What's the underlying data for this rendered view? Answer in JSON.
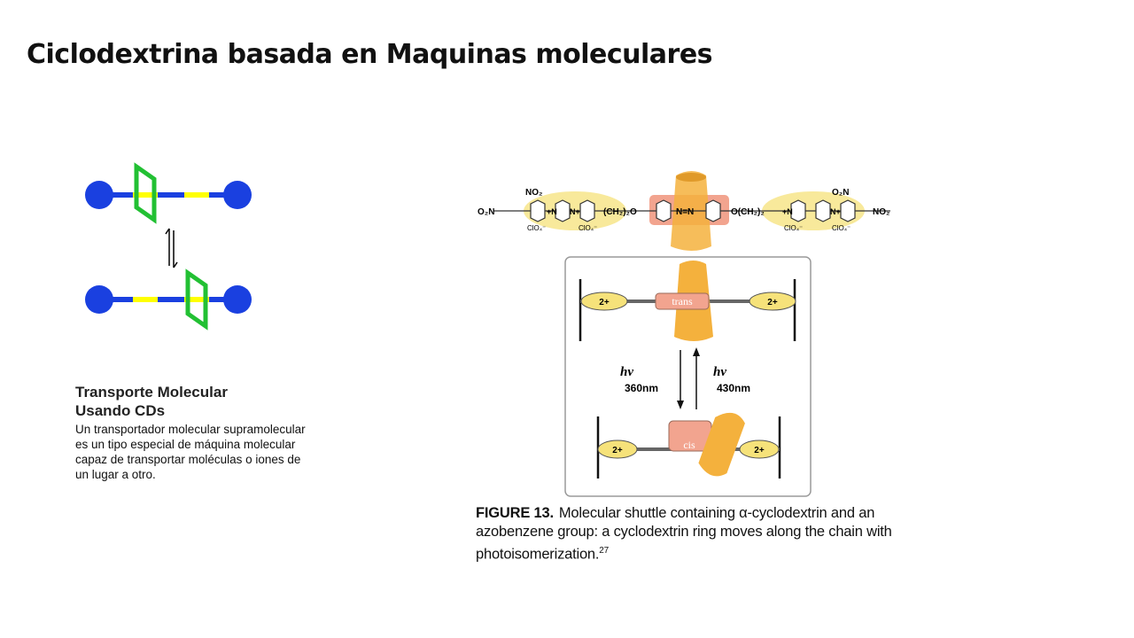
{
  "slide": {
    "title": "Ciclodextrina basada en Maquinas moleculares"
  },
  "text_block": {
    "heading_line1": "Transporte Molecular",
    "heading_line2": "Usando CDs",
    "body_lines": [
      "Un transportador  molecular supramolecular",
      "es un tipo especial de máquina molecular",
      "capaz de transportar moléculas o iones de",
      "un lugar a otro."
    ]
  },
  "figure": {
    "formula": {
      "o2n_left": "O₂N",
      "no2_top_left": "NO₂",
      "n_plus_left_a": "+N",
      "n_plus_left_b": "N+",
      "ch2_left": "(CH₂)₂O",
      "azo": "N=N",
      "ch2_right": "O(CH₂)₂",
      "n_plus_right_a": "+N",
      "n_plus_right_b": "N+",
      "o2n_top_right": "O₂N",
      "no2_right": "NO₂",
      "clo4": "ClO₄⁻"
    },
    "states": {
      "charge": "2+",
      "trans": "trans",
      "cis": "cis",
      "hv": "hν",
      "wavelength_down": "360nm",
      "wavelength_up": "430nm"
    },
    "caption": {
      "label": "FIGURE 13.",
      "text": "Molecular shuttle containing α-cyclodextrin and an azobenzene group:  a cyclodextrin ring moves along the chain with photoisomerization.",
      "ref": "27"
    },
    "colors": {
      "cd_orange": "#f4b13d",
      "salmon": "#f2a48f",
      "yellow_ellipse": "#f6e27a",
      "box_border": "#9a9a9a"
    }
  },
  "left_diagram": {
    "colors": {
      "stopper_blue": "#1a40e0",
      "station_yellow": "#ffff00",
      "ring_green": "#22c033"
    }
  }
}
